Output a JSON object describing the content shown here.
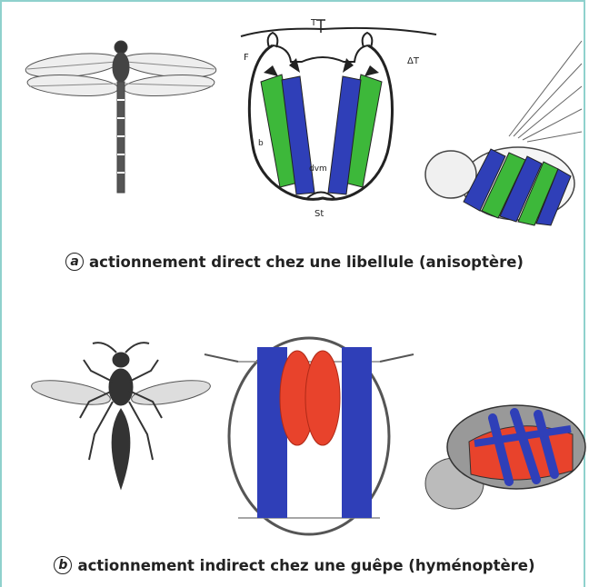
{
  "panels": [
    {
      "id": "a",
      "letter": "a",
      "caption": "actionnement direct chez une libellule (anisoptère)",
      "labels": {
        "top": "T",
        "left": "F",
        "right": "ΔT",
        "muscle": "b",
        "dvm": "dvm",
        "bottom": "St"
      },
      "colors": {
        "muscle_primary": "#2f3fb8",
        "muscle_secondary": "#3db83a"
      }
    },
    {
      "id": "b",
      "letter": "b",
      "caption": "actionnement indirect chez une guêpe (hyménoptère)",
      "colors": {
        "muscle_primary": "#2f3fb8",
        "muscle_secondary": "#e8432c"
      }
    }
  ]
}
